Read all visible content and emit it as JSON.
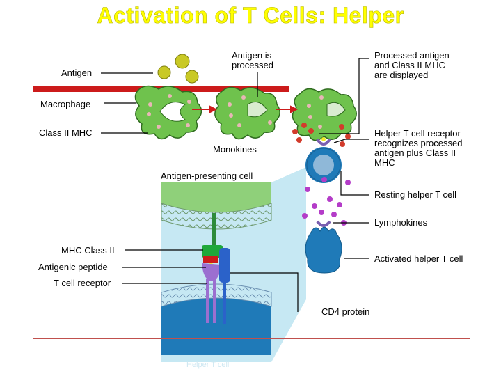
{
  "title": "Activation of T Cells: Helper",
  "labels": {
    "antigen": "Antigen",
    "antigen_processed": "Antigen is\nprocessed",
    "processed_displayed": "Processed antigen\nand Class II MHC\nare displayed",
    "macrophage": "Macrophage",
    "class2_mhc": "Class II MHC",
    "monokines": "Monokines",
    "receptor_recognizes": "Helper T cell receptor\nrecognizes processed\nantigen plus Class II\nMHC",
    "apc": "Antigen-presenting cell",
    "resting": "Resting helper T cell",
    "lymphokines": "Lymphokines",
    "mhc_class2": "MHC Class II",
    "antigenic_peptide": "Antigenic peptide",
    "tcr": "T cell receptor",
    "activated": "Activated helper T cell",
    "cd4": "CD4 protein",
    "footer": "Helper T cell"
  },
  "colors": {
    "title": "#ffff00",
    "macrophage": "#6fc24d",
    "membrane_bar": "#cc1b1b",
    "t_cell": "#1f7ab8",
    "monokine_dots": "#d23b2b",
    "lymphokine_dots": "#b43cc8",
    "antigen": "#c9c925",
    "zoom_panel": "#c6e8f3",
    "rule": "#c0504d"
  }
}
